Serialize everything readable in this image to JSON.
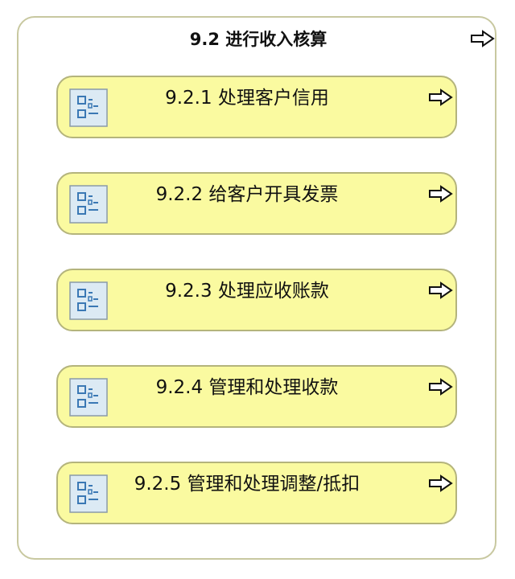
{
  "diagram": {
    "title": "9.2 进行收入核算",
    "process_icon": "navigate-arrow-icon",
    "activity_icon": "checklist-icon",
    "colors": {
      "card_fill": "#fafaa0",
      "card_border": "#b4b47c",
      "container_border": "#c8c8a0",
      "icon_fill": "#dceaf4",
      "icon_stroke": "#3a78b4"
    },
    "steps": [
      {
        "label": "9.2.1 处理客户信用"
      },
      {
        "label": "9.2.2 给客户开具发票"
      },
      {
        "label": "9.2.3 处理应收账款"
      },
      {
        "label": "9.2.4 管理和处理收款"
      },
      {
        "label": "9.2.5 管理和处理调整/抵扣"
      }
    ]
  }
}
